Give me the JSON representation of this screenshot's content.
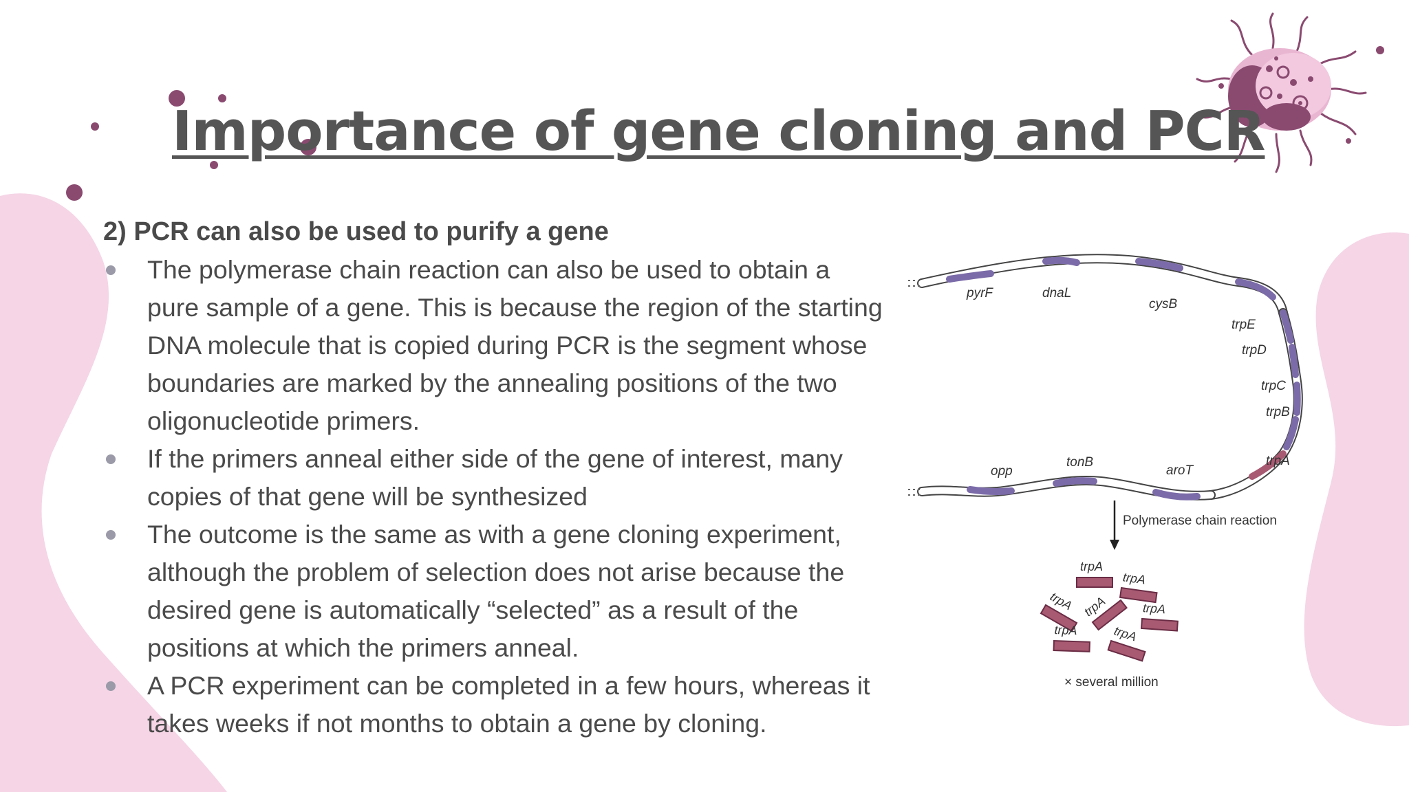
{
  "slide": {
    "title": "Importance of gene cloning and PCR",
    "subheading": "2) PCR can also be used to purify a gene",
    "bullets": [
      "The polymerase chain reaction can also be used to obtain a pure sample of a gene. This is because the region of the starting DNA molecule that is copied during PCR is the segment whose boundaries are marked by the annealing positions of the two oligonucleotide primers.",
      "If the primers anneal either side of the gene of interest, many copies of that gene will be synthesized",
      "The outcome is the same as with a gene cloning experiment, although the problem of selection does not arise because the desired gene is automatically “selected” as a result of the positions at which the primers anneal.",
      "A PCR experiment can be completed in a few hours, whereas it takes weeks if not months to obtain a gene by cloning."
    ]
  },
  "figure": {
    "gene_labels": {
      "pyrF": "pyrF",
      "dnaL": "dnaL",
      "cysB": "cysB",
      "trpE": "trpE",
      "trpD": "trpD",
      "trpC": "trpC",
      "trpB": "trpB",
      "trpA": "trpA",
      "aroT": "aroT",
      "tonB": "tonB",
      "opp": "opp"
    },
    "arrow_label": "Polymerase chain reaction",
    "product_label": "trpA",
    "multiplier_label": "× several million"
  },
  "colors": {
    "title": "#555555",
    "text": "#4a4a4a",
    "bullet": "#9a9aa8",
    "blob_pink": "#f5d5e6",
    "accent_plum": "#8a4a70",
    "gene_purple": "#7b6ba8",
    "gene_red": "#a85a72"
  }
}
